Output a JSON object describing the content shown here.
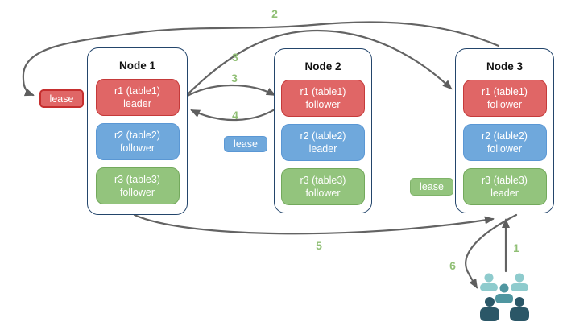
{
  "diagram": {
    "nodes": [
      {
        "title": "Node 1",
        "replicas": [
          {
            "name": "r1 (table1)",
            "role": "leader",
            "color": "#e06666"
          },
          {
            "name": "r2 (table2)",
            "role": "follower",
            "color": "#6fa8dc"
          },
          {
            "name": "r3 (table3)",
            "role": "follower",
            "color": "#93c47d"
          }
        ]
      },
      {
        "title": "Node 2",
        "replicas": [
          {
            "name": "r1 (table1)",
            "role": "follower",
            "color": "#e06666"
          },
          {
            "name": "r2 (table2)",
            "role": "leader",
            "color": "#6fa8dc"
          },
          {
            "name": "r3 (table3)",
            "role": "follower",
            "color": "#93c47d"
          }
        ]
      },
      {
        "title": "Node 3",
        "replicas": [
          {
            "name": "r1 (table1)",
            "role": "follower",
            "color": "#e06666"
          },
          {
            "name": "r2 (table2)",
            "role": "follower",
            "color": "#6fa8dc"
          },
          {
            "name": "r3 (table3)",
            "role": "leader",
            "color": "#93c47d"
          }
        ]
      }
    ],
    "leases": [
      {
        "label": "lease",
        "color": "#e06666"
      },
      {
        "label": "lease",
        "color": "#6fa8dc"
      },
      {
        "label": "lease",
        "color": "#93c47d"
      }
    ],
    "arrow_labels": [
      {
        "text": "2"
      },
      {
        "text": "3"
      },
      {
        "text": "3"
      },
      {
        "text": "4"
      },
      {
        "text": "5"
      },
      {
        "text": "1"
      },
      {
        "text": "6"
      }
    ],
    "icons": {
      "audience": "users-group-icon"
    },
    "colors": {
      "red_fill": "#e06666",
      "red_border": "#c53a3a",
      "blue_fill": "#6fa8dc",
      "blue_border": "#5a97d4",
      "green_fill": "#93c47d",
      "green_border": "#73a95c",
      "node_border": "#23456b",
      "arrow": "#636363",
      "step_label": "#90bf75",
      "people_light": "#8ecbcd",
      "people_mid": "#4f96a0",
      "people_dark": "#2b5767"
    }
  }
}
